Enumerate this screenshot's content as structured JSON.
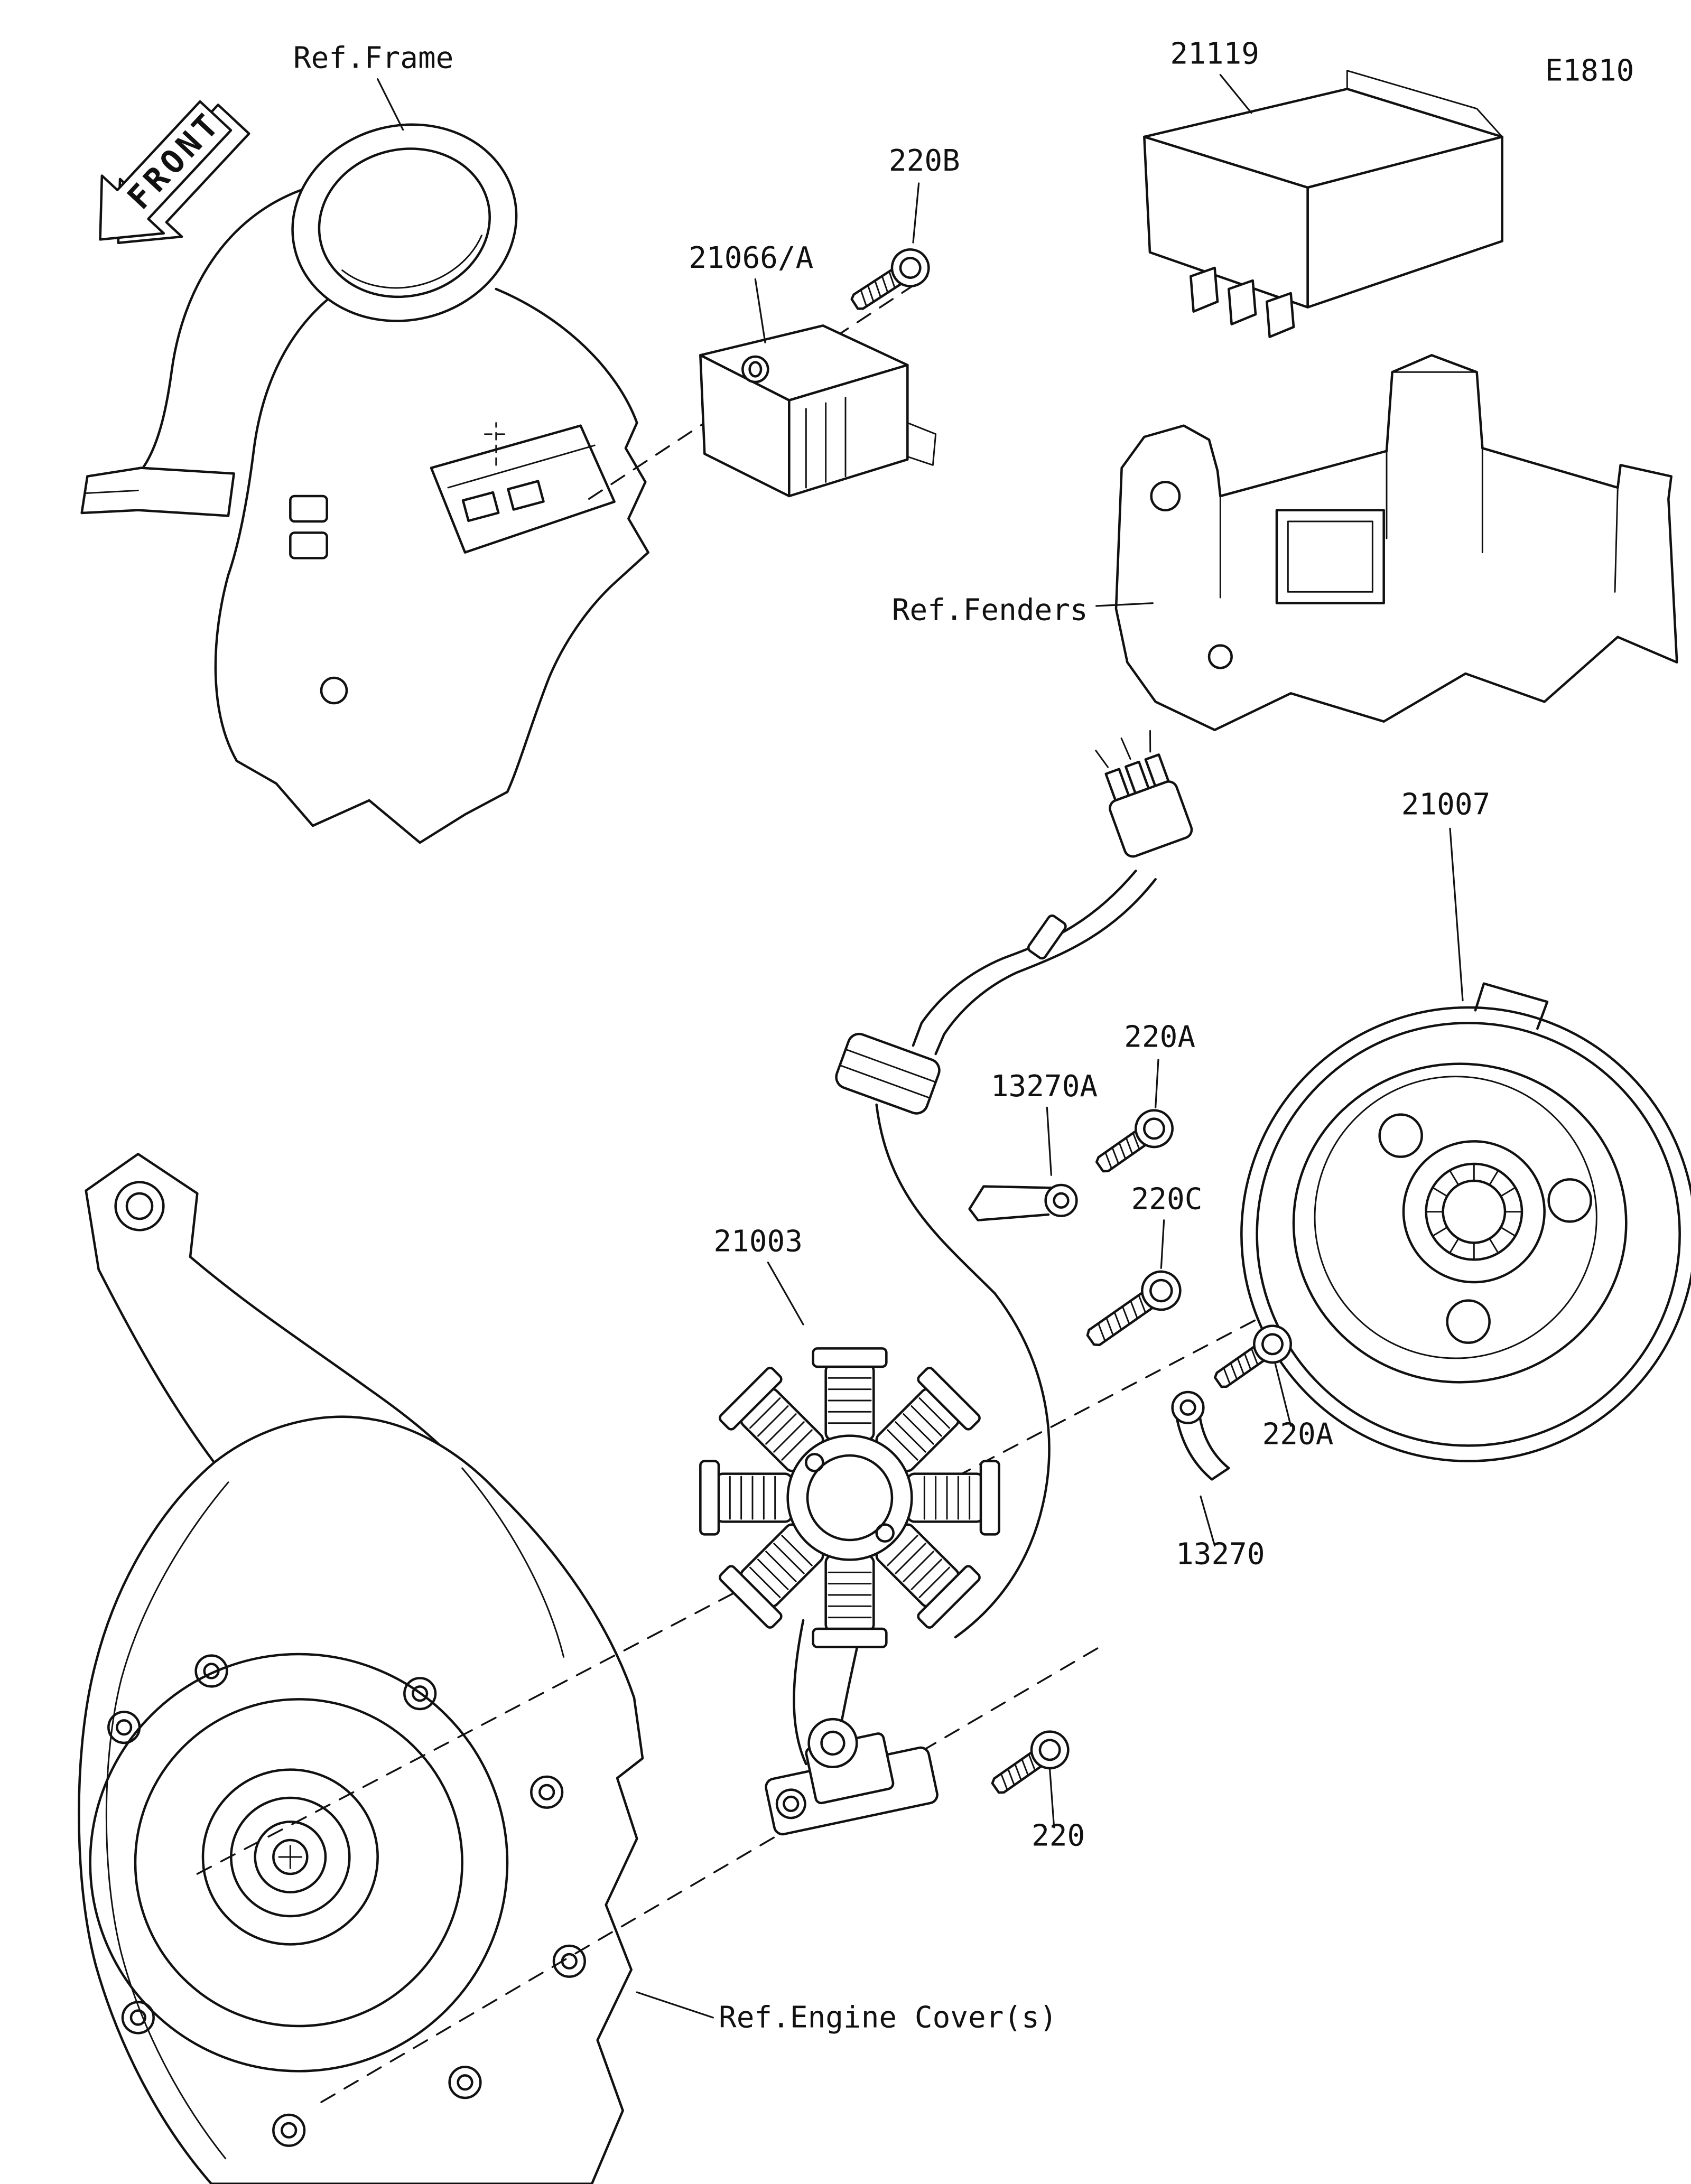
{
  "page": {
    "code": "E1810",
    "front_arrow": "FRONT"
  },
  "references": {
    "frame": "Ref.Frame",
    "fenders": "Ref.Fenders",
    "engine_cover": "Ref.Engine Cover(s)"
  },
  "callouts": {
    "ecu": "21119",
    "regulator": "21066/A",
    "bolt_220b": "220B",
    "flywheel": "21007",
    "stator": "21003",
    "clamp_13270a": "13270A",
    "bolt_220a_upper": "220A",
    "bolt_220c": "220C",
    "bolt_220a_lower": "220A",
    "clamp_13270": "13270",
    "bolt_220": "220"
  }
}
